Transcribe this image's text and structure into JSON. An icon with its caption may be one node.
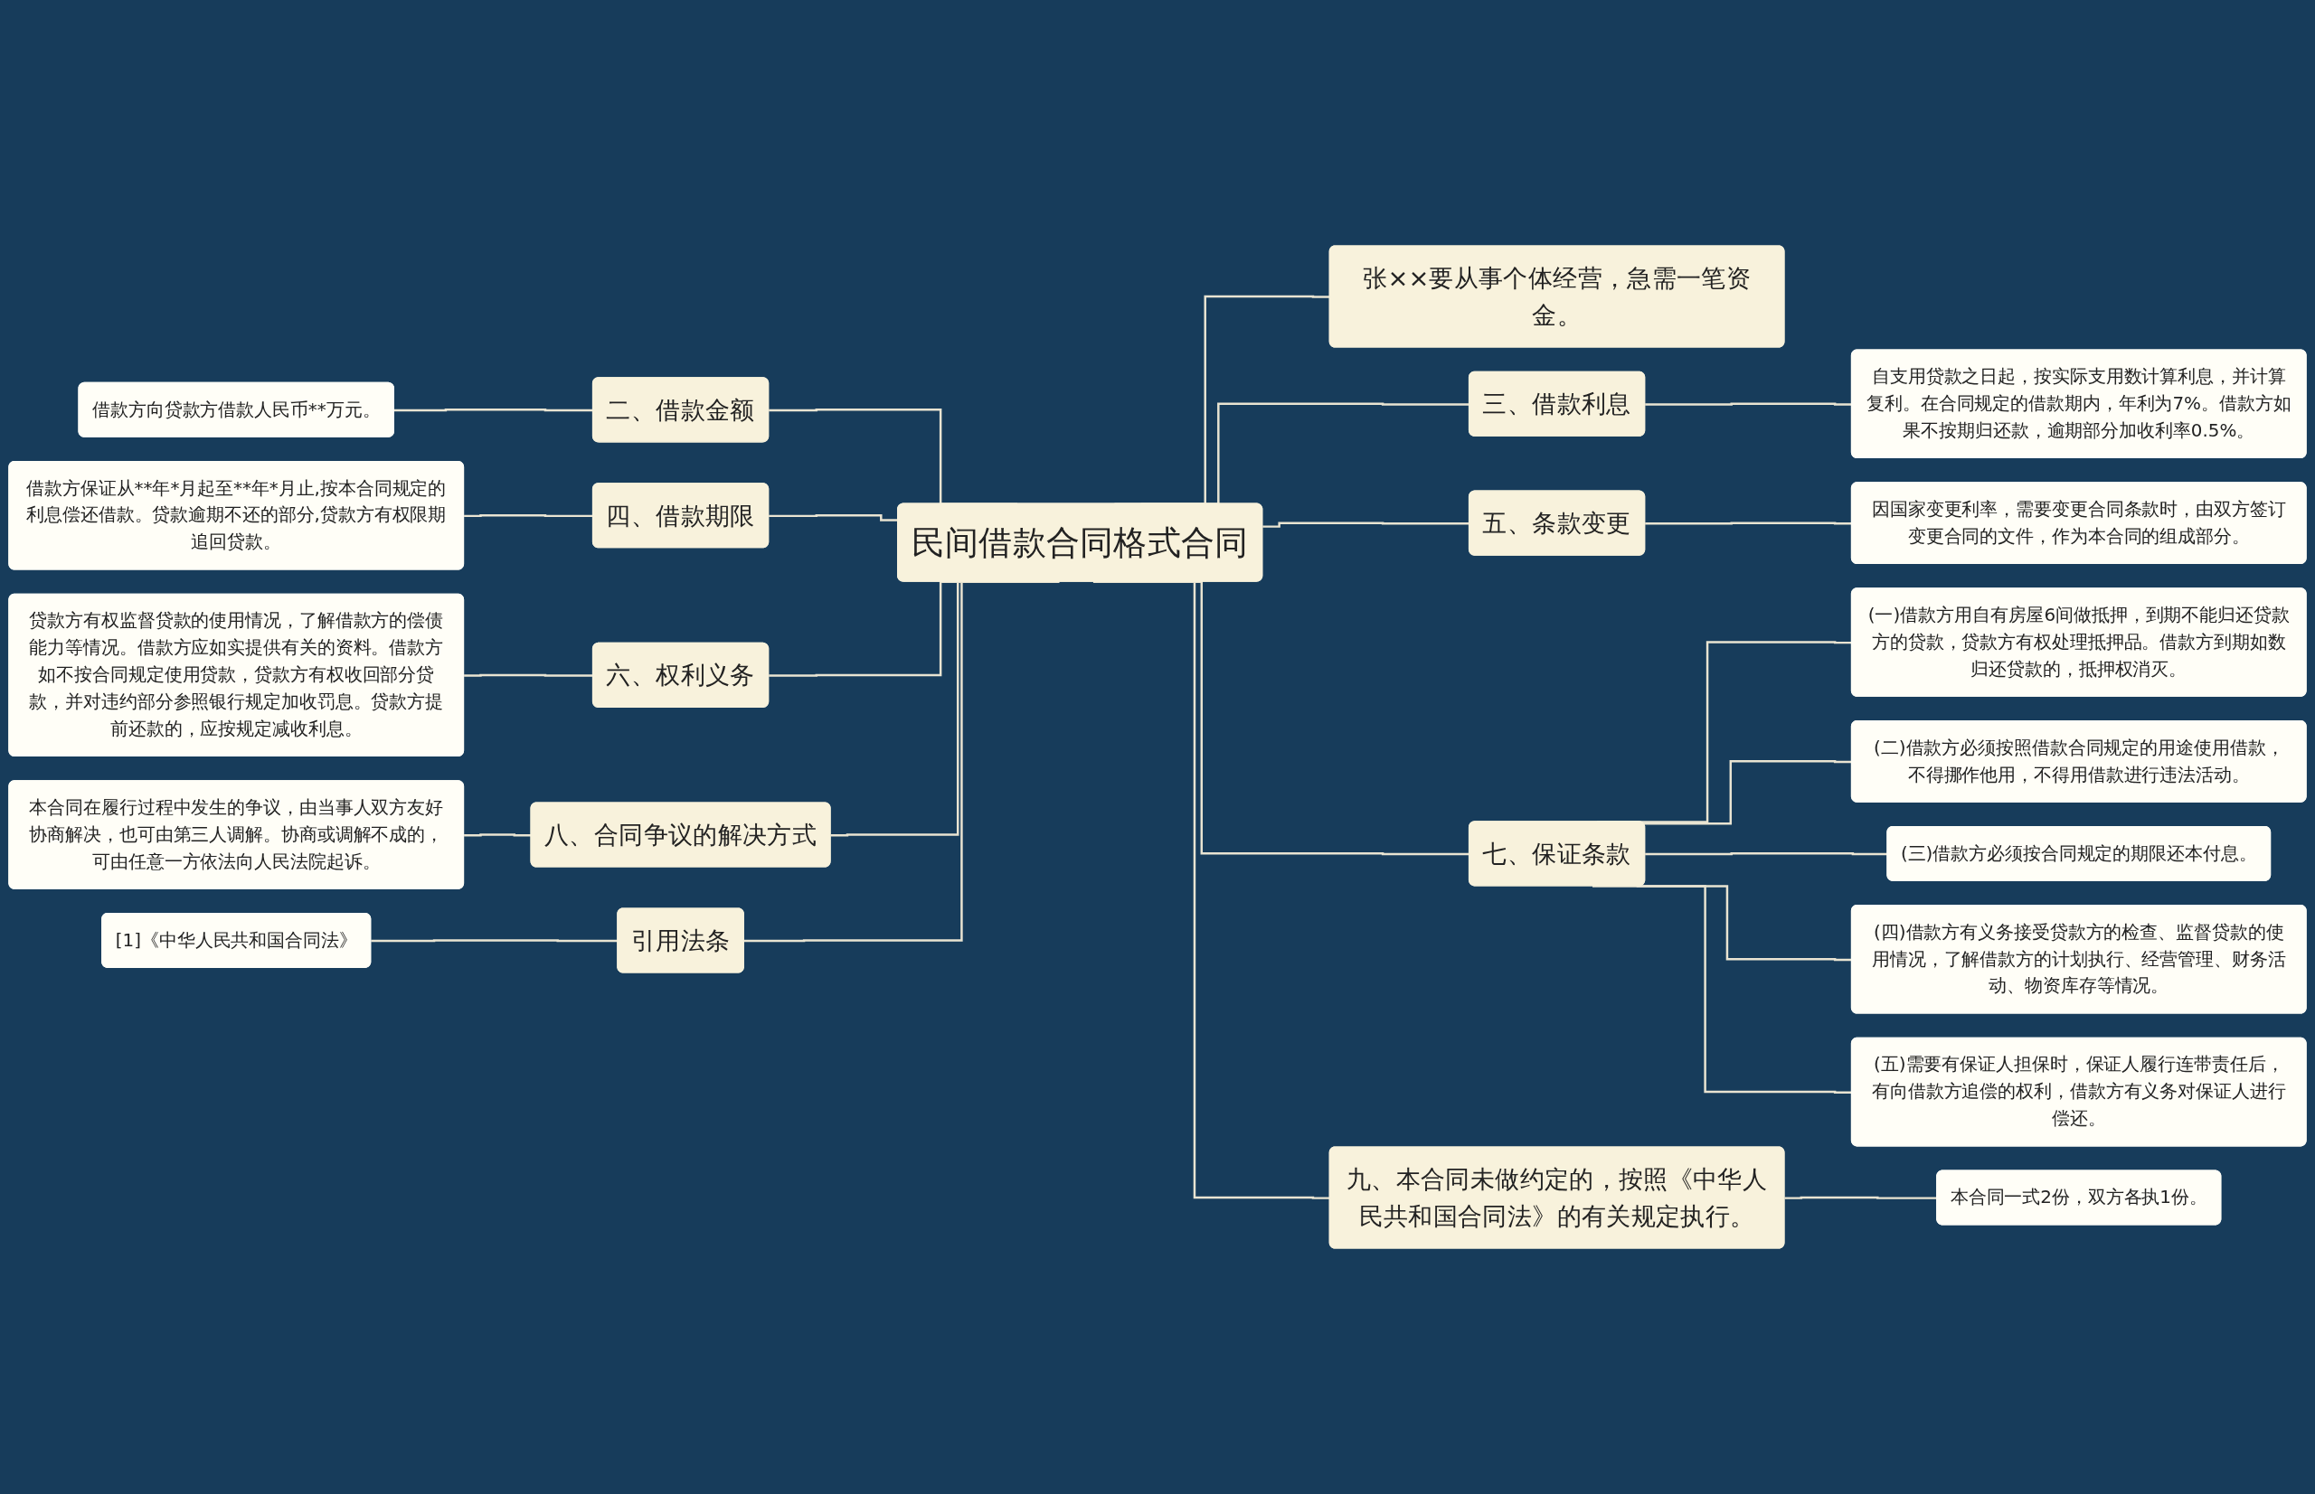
{
  "diagram": {
    "nodes": [
      {
        "text": [
          "民间借款合同格式合同"
        ]
      },
      {
        "text": [
          "二、借款金额"
        ]
      },
      {
        "text": [
          "借款方向贷款方借款人民币**万元。"
        ]
      },
      {
        "text": [
          "四、借款期限"
        ]
      },
      {
        "text": [
          "借款方保证从**年*月起至**年*月止,按本合同规定的利息偿还借款。贷款逾期不还的部分,贷款方有权限期追回贷款。"
        ]
      },
      {
        "text": [
          "六、权利义务"
        ]
      },
      {
        "text": [
          "贷款方有权监督贷款的使用情况，了解借款方的偿债能力等情况。借款方应如实提供有关的资料。借款方如不按合同规定使用贷款，贷款方有权收回部分贷款，并对违约部分参照银行规定加收罚息。贷款方提前还款的，应按规定减收利息。"
        ]
      },
      {
        "text": [
          "八、合同争议的解决方式"
        ]
      },
      {
        "text": [
          "本合同在履行过程中发生的争议，由当事人双方友好协商解决，也可由第三人调解。协商或调解不成的，可由任意一方依法向人民法院起诉。"
        ]
      },
      {
        "text": [
          "引用法条"
        ]
      },
      {
        "text": [
          "[1]《中华人民共和国合同法》"
        ]
      },
      {
        "text": [
          "张××要从事个体经营，急需一笔资金。"
        ]
      },
      {
        "text": [
          "三、借款利息"
        ]
      },
      {
        "text": [
          "自支用贷款之日起，按实际支用数计算利息，并计算复利。在合同规定的借款期内，年利为7%。借款方如果不按期归还款，逾期部分加收利率0.5%。"
        ]
      },
      {
        "text": [
          "五、条款变更"
        ]
      },
      {
        "text": [
          "因国家变更利率，需要变更合同条款时，由双方签订变更合同的文件，作为本合同的组成部分。"
        ]
      },
      {
        "text": [
          "七、保证条款"
        ]
      },
      {
        "text": [
          "(一)借款方用自有房屋6间做抵押，到期不能归还贷款方的贷款，贷款方有权处理抵押品。借款方到期如数归还贷款的，抵押权消灭。"
        ]
      },
      {
        "text": [
          "(二)借款方必须按照借款合同规定的用途使用借款，不得挪作他用，不得用借款进行违法活动。"
        ]
      },
      {
        "text": [
          "(三)借款方必须按合同规定的期限还本付息。"
        ]
      },
      {
        "text": [
          "(四)借款方有义务接受贷款方的检查、监督贷款的使用情况，了解借款方的计划执行、经营管理、财务活动、物资库存等情况。"
        ]
      },
      {
        "text": [
          "(五)需要有保证人担保时，保证人履行连带责任后，有向借款方追偿的权利，借款方有义务对保证人进行偿还。"
        ]
      },
      {
        "text": [
          "九、本合同未做约定的，按照《中华人民共和国合同法》的有关规定执行。"
        ]
      },
      {
        "text": [
          "本合同一式2份，双方各执1份。"
        ]
      }
    ],
    "edges": [
      {
        "from": 2,
        "to": 1,
        "arrow": "none"
      },
      {
        "from": 1,
        "to": 0,
        "arrow": "none"
      },
      {
        "from": 4,
        "to": 3,
        "arrow": "none"
      },
      {
        "from": 3,
        "to": 0,
        "arrow": "none"
      },
      {
        "from": 6,
        "to": 5,
        "arrow": "none"
      },
      {
        "from": 5,
        "to": 0,
        "arrow": "none"
      },
      {
        "from": 8,
        "to": 7,
        "arrow": "none"
      },
      {
        "from": 7,
        "to": 0,
        "arrow": "none"
      },
      {
        "from": 10,
        "to": 9,
        "arrow": "none"
      },
      {
        "from": 9,
        "to": 0,
        "arrow": "none"
      },
      {
        "from": 0,
        "to": 11,
        "arrow": "none"
      },
      {
        "from": 0,
        "to": 12,
        "arrow": "none"
      },
      {
        "from": 12,
        "to": 13,
        "arrow": "none"
      },
      {
        "from": 0,
        "to": 14,
        "arrow": "none"
      },
      {
        "from": 14,
        "to": 15,
        "arrow": "none"
      },
      {
        "from": 0,
        "to": 16,
        "arrow": "none"
      },
      {
        "from": 16,
        "to": 17,
        "arrow": "none"
      },
      {
        "from": 16,
        "to": 18,
        "arrow": "none"
      },
      {
        "from": 16,
        "to": 19,
        "arrow": "none"
      },
      {
        "from": 16,
        "to": 20,
        "arrow": "none"
      },
      {
        "from": 16,
        "to": 21,
        "arrow": "none"
      },
      {
        "from": 0,
        "to": 22,
        "arrow": "none"
      },
      {
        "from": 22,
        "to": 23,
        "arrow": "none"
      }
    ]
  }
}
